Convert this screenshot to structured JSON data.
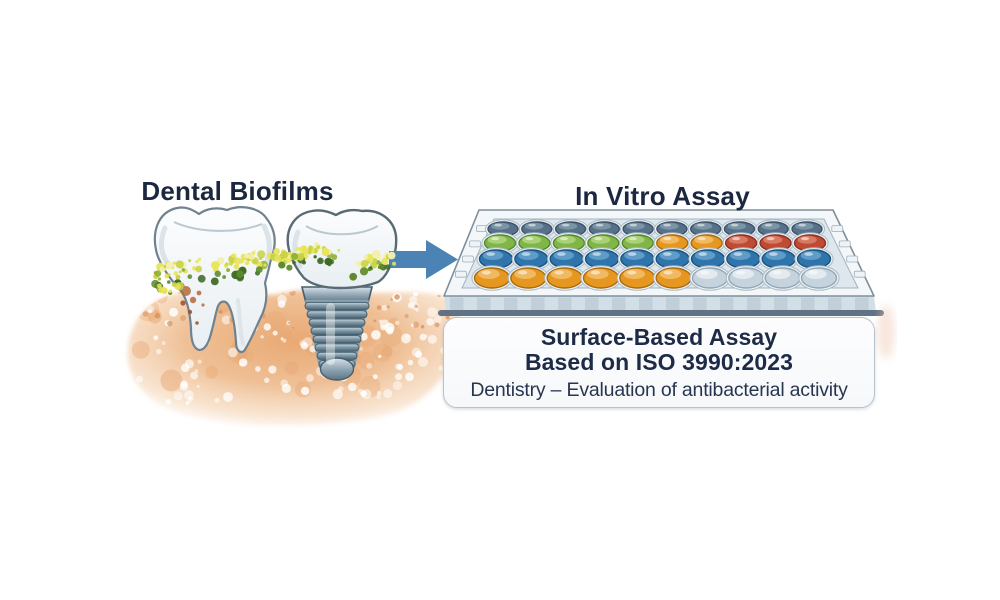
{
  "titles": {
    "left": "Dental Biofilms",
    "right": "In Vitro Assay"
  },
  "caption": {
    "line1": "Surface-Based Assay",
    "line2": "Based on ISO 3990:2023",
    "line3": "Dentistry – Evaluation of antibacterial activity"
  },
  "plate": {
    "rows": 4,
    "columns": 10,
    "wells": [
      [
        "slate",
        "slate",
        "slate",
        "slate",
        "slate",
        "slate",
        "slate",
        "slate",
        "slate",
        "slate"
      ],
      [
        "green",
        "green",
        "green",
        "green",
        "green",
        "orange",
        "orange",
        "red",
        "red",
        "red"
      ],
      [
        "blue",
        "blue",
        "blue",
        "blue",
        "blue",
        "blue",
        "blue",
        "blue",
        "blue",
        "blue"
      ],
      [
        "orange",
        "orange",
        "orange",
        "orange",
        "orange",
        "orange",
        "pale",
        "pale",
        "pale",
        "pale"
      ]
    ]
  },
  "colors": {
    "title_text": "#1b2840",
    "caption_text": "#1d2b47",
    "caption_subtext": "#283550",
    "arrow": "#4b84b4",
    "plate": {
      "outline": "#7e8f9b",
      "top": "#f3f7fa",
      "deck": "#dde7ed",
      "wall": "#d3dfe6",
      "wall_rib": "#bdccd7",
      "wall_edge": "#5f7384",
      "tab": "#eef3f7"
    },
    "well_palette": {
      "slate": {
        "base": "#567189",
        "hi": "#8099ab",
        "edge": "#3d5266"
      },
      "green": {
        "base": "#7fb647",
        "hi": "#aed47c",
        "edge": "#55882c"
      },
      "orange": {
        "base": "#e5971f",
        "hi": "#f3bd6a",
        "edge": "#a96a10"
      },
      "red": {
        "base": "#bf4b33",
        "hi": "#da8068",
        "edge": "#8a301d"
      },
      "blue": {
        "base": "#2f74ab",
        "hi": "#66a1cb",
        "edge": "#1d547f"
      },
      "pale": {
        "base": "#c5d3de",
        "hi": "#e6edf2",
        "edge": "#92a6b4"
      }
    },
    "biofilm_palette": [
      "#f2f0b0",
      "#e9e45a",
      "#c8d345",
      "#93b136",
      "#5f8a2b",
      "#3f6b27"
    ],
    "gum": {
      "base": "#eab184",
      "light": "#f7dcc3",
      "blotch": "#e7a671",
      "speckle_dark": "#d6915c",
      "pore": "#ffffff"
    },
    "tooth": {
      "outline": "#6f8290",
      "fill_top": "#fcfdfe",
      "fill_bottom": "#e8eef2",
      "shade": "#ccd7de",
      "decay": "#b36a38",
      "decay_dark": "#9a4f24"
    },
    "implant_metal": {
      "dark": "#44606e",
      "mid": "#8ba1af",
      "light": "#d6e1e8"
    }
  }
}
